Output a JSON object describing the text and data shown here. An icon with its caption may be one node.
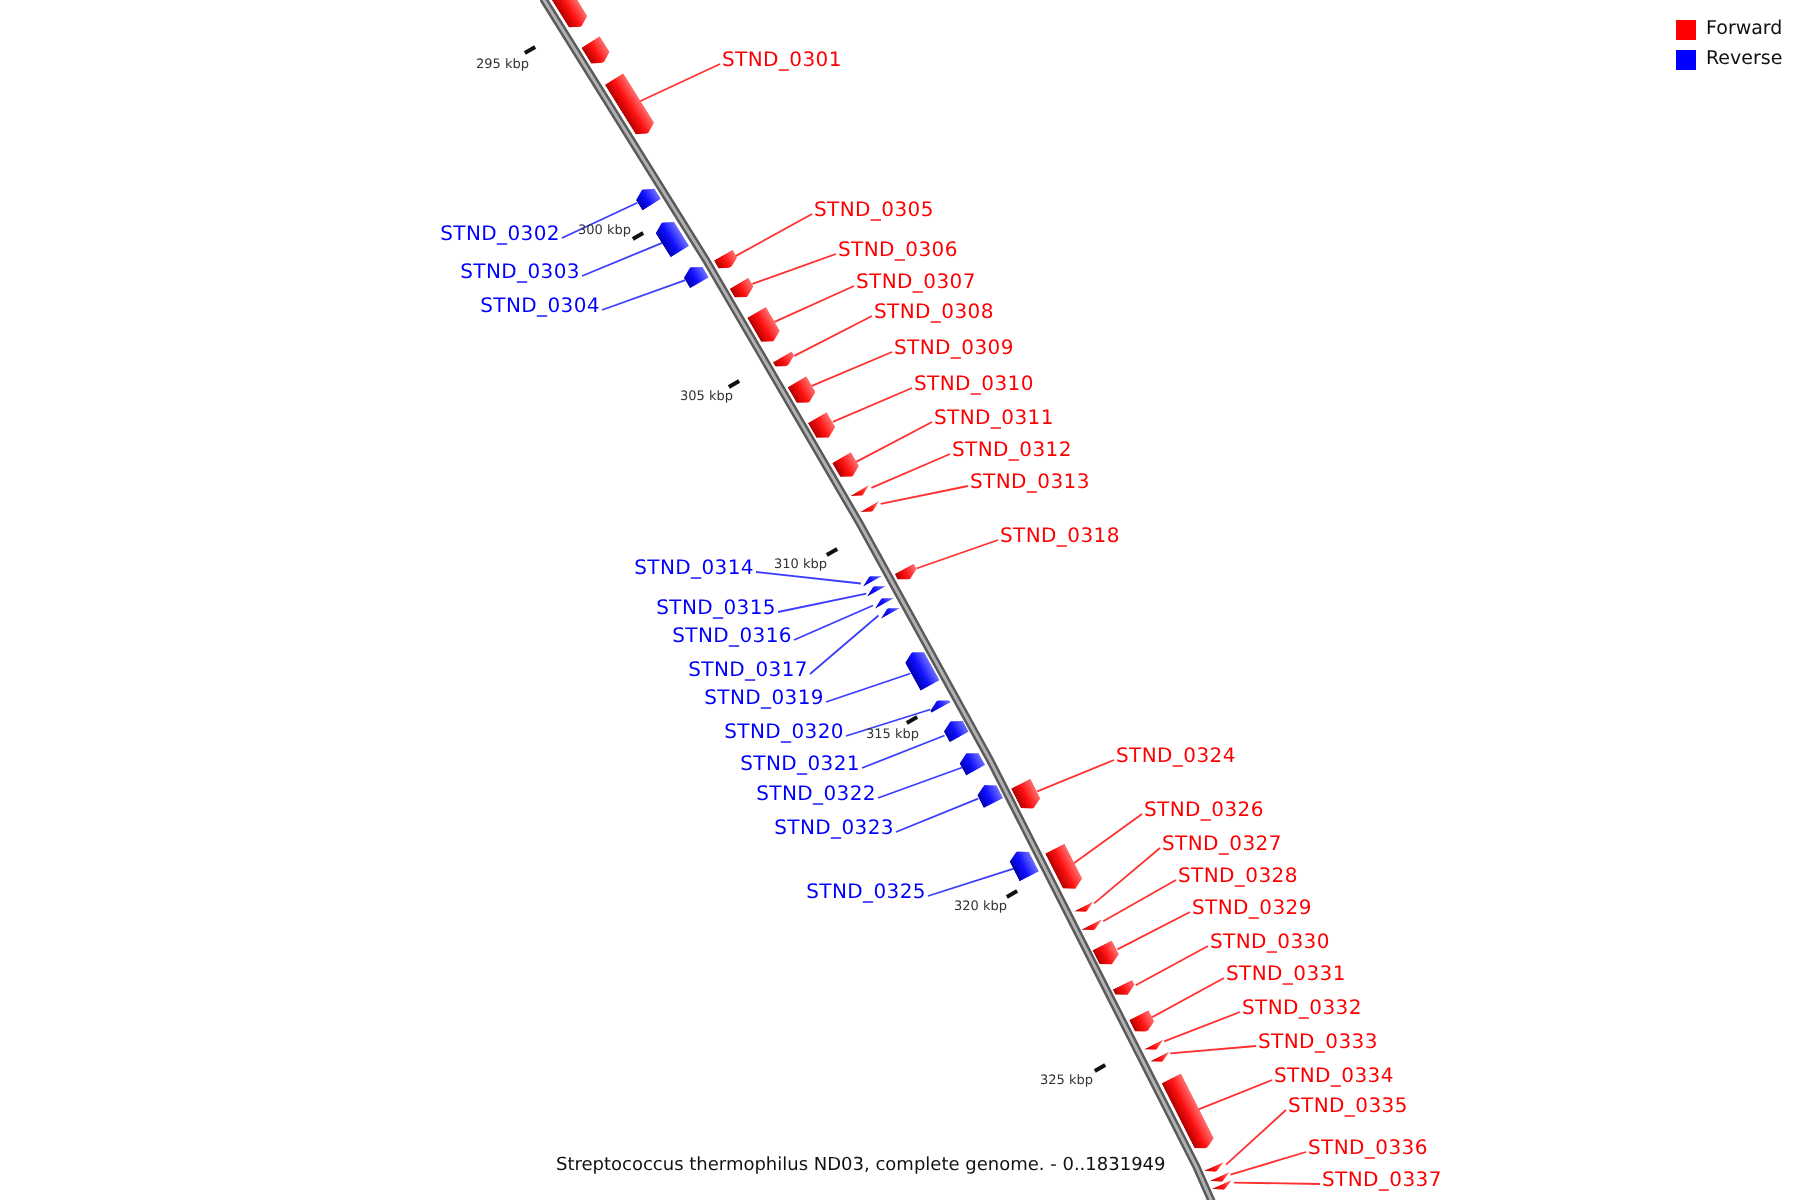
{
  "diagram": {
    "caption": "Streptococcus thermophilus ND03, complete genome. - 0..1831949",
    "nodes": [
      {
        "text": [
          "STND_0301"
        ]
      },
      {
        "text": [
          "STND_0305"
        ]
      },
      {
        "text": [
          "STND_0302"
        ]
      },
      {
        "text": [
          "STND_0306"
        ]
      },
      {
        "text": [
          "STND_0303"
        ]
      },
      {
        "text": [
          "STND_0307"
        ]
      },
      {
        "text": [
          "STND_0304"
        ]
      },
      {
        "text": [
          "STND_0308"
        ]
      },
      {
        "text": [
          "STND_0309"
        ]
      },
      {
        "text": [
          "STND_0310"
        ]
      },
      {
        "text": [
          "STND_0311"
        ]
      },
      {
        "text": [
          "STND_0312"
        ]
      },
      {
        "text": [
          "STND_0313"
        ]
      },
      {
        "text": [
          "STND_0318"
        ]
      },
      {
        "text": [
          "STND_0314"
        ]
      },
      {
        "text": [
          "STND_0315"
        ]
      },
      {
        "text": [
          "STND_0316"
        ]
      },
      {
        "text": [
          "STND_0317"
        ]
      },
      {
        "text": [
          "STND_0319"
        ]
      },
      {
        "text": [
          "STND_0320"
        ]
      },
      {
        "text": [
          "STND_0324"
        ]
      },
      {
        "text": [
          "STND_0321"
        ]
      },
      {
        "text": [
          "STND_0322"
        ]
      },
      {
        "text": [
          "STND_0326"
        ]
      },
      {
        "text": [
          "STND_0323"
        ]
      },
      {
        "text": [
          "STND_0327"
        ]
      },
      {
        "text": [
          "STND_0328"
        ]
      },
      {
        "text": [
          "STND_0325"
        ]
      },
      {
        "text": [
          "STND_0329"
        ]
      },
      {
        "text": [
          "STND_0330"
        ]
      },
      {
        "text": [
          "STND_0331"
        ]
      },
      {
        "text": [
          "STND_0332"
        ]
      },
      {
        "text": [
          "STND_0333"
        ]
      },
      {
        "text": [
          "STND_0334"
        ]
      },
      {
        "text": [
          "STND_0335"
        ]
      },
      {
        "text": [
          "STND_0336"
        ]
      },
      {
        "text": [
          "STND_0337"
        ]
      },
      {
        "text": [],
        "shape": "bar"
      },
      {
        "text": [],
        "shape": "bar"
      },
      {
        "text": [],
        "shape": "bar"
      },
      {
        "text": [],
        "shape": "bar"
      },
      {
        "text": [],
        "shape": "bar"
      },
      {
        "text": [],
        "shape": "bar"
      },
      {
        "text": [],
        "shape": "bar"
      },
      {
        "text": [],
        "shape": "bar"
      },
      {
        "text": [],
        "shape": "bar"
      },
      {
        "text": [],
        "shape": "bar"
      },
      {
        "text": [],
        "shape": "bar"
      },
      {
        "text": [],
        "shape": "bar"
      },
      {
        "text": [],
        "shape": "bar"
      },
      {
        "text": [],
        "shape": "bar"
      },
      {
        "text": [],
        "shape": "bar"
      },
      {
        "text": [],
        "shape": "bar"
      },
      {
        "text": [],
        "shape": "bar"
      },
      {
        "text": [],
        "shape": "bar"
      },
      {
        "text": [],
        "shape": "bar"
      },
      {
        "text": [],
        "shape": "bar"
      },
      {
        "text": [],
        "shape": "bar"
      },
      {
        "text": [],
        "shape": "bar"
      },
      {
        "text": [],
        "shape": "bar"
      },
      {
        "text": [],
        "shape": "bar"
      },
      {
        "text": [],
        "shape": "bar"
      },
      {
        "text": [],
        "shape": "bar"
      },
      {
        "text": [],
        "shape": "bar"
      },
      {
        "text": [],
        "shape": "bar"
      },
      {
        "text": [],
        "shape": "bar"
      },
      {
        "text": [],
        "shape": "bar"
      },
      {
        "text": [],
        "shape": "bar"
      },
      {
        "text": [],
        "shape": "bar"
      },
      {
        "text": [],
        "shape": "bar"
      },
      {
        "text": [],
        "shape": "bar"
      },
      {
        "text": [],
        "shape": "bar"
      },
      {
        "text": [],
        "shape": "bar"
      },
      {
        "text": [],
        "shape": "bar"
      },
      {
        "text": [],
        "shape": "bar"
      },
      {
        "text": [],
        "shape": "bar"
      }
    ],
    "edges": [
      {
        "from": 0,
        "to": 39,
        "arrow": "none"
      },
      {
        "from": 1,
        "to": 42,
        "arrow": "none"
      },
      {
        "from": 2,
        "to": 40,
        "arrow": "none",
        "color": "#3c3cff"
      },
      {
        "from": 3,
        "to": 44,
        "arrow": "none"
      },
      {
        "from": 4,
        "to": 41,
        "arrow": "none",
        "color": "#3c3cff"
      },
      {
        "from": 5,
        "to": 45,
        "arrow": "none"
      },
      {
        "from": 6,
        "to": 43,
        "arrow": "none",
        "color": "#3c3cff"
      },
      {
        "from": 7,
        "to": 46,
        "arrow": "none"
      },
      {
        "from": 8,
        "to": 47,
        "arrow": "none"
      },
      {
        "from": 9,
        "to": 48,
        "arrow": "none"
      },
      {
        "from": 10,
        "to": 49,
        "arrow": "none"
      },
      {
        "from": 11,
        "to": 50,
        "arrow": "none"
      },
      {
        "from": 12,
        "to": 51,
        "arrow": "none"
      },
      {
        "from": 13,
        "to": 54,
        "arrow": "none"
      },
      {
        "from": 14,
        "to": 52,
        "arrow": "none",
        "color": "#3c3cff"
      },
      {
        "from": 15,
        "to": 53,
        "arrow": "none",
        "color": "#3c3cff"
      },
      {
        "from": 16,
        "to": 55,
        "arrow": "none",
        "color": "#3c3cff"
      },
      {
        "from": 17,
        "to": 56,
        "arrow": "none",
        "color": "#3c3cff"
      },
      {
        "from": 18,
        "to": 57,
        "arrow": "none",
        "color": "#3c3cff"
      },
      {
        "from": 19,
        "to": 58,
        "arrow": "none",
        "color": "#3c3cff"
      },
      {
        "from": 20,
        "to": 62,
        "arrow": "none"
      },
      {
        "from": 21,
        "to": 59,
        "arrow": "none",
        "color": "#3c3cff"
      },
      {
        "from": 22,
        "to": 60,
        "arrow": "none",
        "color": "#3c3cff"
      },
      {
        "from": 23,
        "to": 64,
        "arrow": "none"
      },
      {
        "from": 24,
        "to": 61,
        "arrow": "none",
        "color": "#3c3cff"
      },
      {
        "from": 25,
        "to": 65,
        "arrow": "none"
      },
      {
        "from": 26,
        "to": 66,
        "arrow": "none"
      },
      {
        "from": 27,
        "to": 63,
        "arrow": "none",
        "color": "#3c3cff"
      },
      {
        "from": 28,
        "to": 67,
        "arrow": "none"
      },
      {
        "from": 29,
        "to": 68,
        "arrow": "none"
      },
      {
        "from": 30,
        "to": 69,
        "arrow": "none"
      },
      {
        "from": 31,
        "to": 70,
        "arrow": "none"
      },
      {
        "from": 32,
        "to": 71,
        "arrow": "none"
      },
      {
        "from": 33,
        "to": 72,
        "arrow": "none"
      },
      {
        "from": 34,
        "to": 73,
        "arrow": "none"
      },
      {
        "from": 35,
        "to": 74,
        "arrow": "none"
      },
      {
        "from": 36,
        "to": 75,
        "arrow": "none"
      }
    ],
    "labels": [
      "295 kbp",
      "300 kbp",
      "305 kbp",
      "310 kbp",
      "315 kbp",
      "320 kbp",
      "325 kbp"
    ],
    "legend": [
      {
        "text": "Forward",
        "color": "#ff0000"
      },
      {
        "text": "Reverse",
        "color": "#0000ff"
      }
    ]
  }
}
